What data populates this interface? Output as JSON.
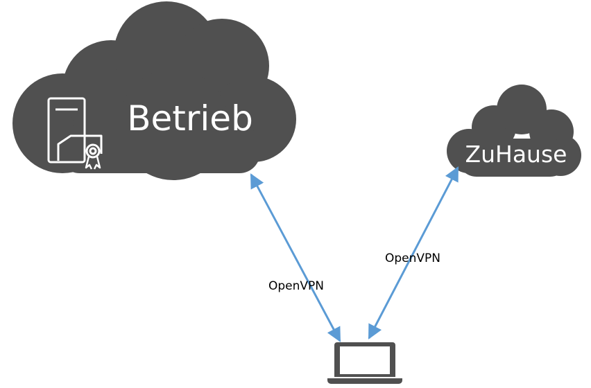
{
  "clouds": {
    "office": {
      "label": "Betrieb",
      "icon": "server-certificate-icon"
    },
    "home": {
      "label": "ZuHause"
    }
  },
  "links": {
    "to_office": {
      "label": "OpenVPN"
    },
    "to_home": {
      "label": "OpenVPN"
    }
  },
  "device": {
    "icon": "laptop-icon"
  },
  "colors": {
    "cloud": "#505050",
    "arrow": "#5b9bd5",
    "laptop": "#505050",
    "text_on_cloud": "#ffffff",
    "text": "#000000"
  }
}
